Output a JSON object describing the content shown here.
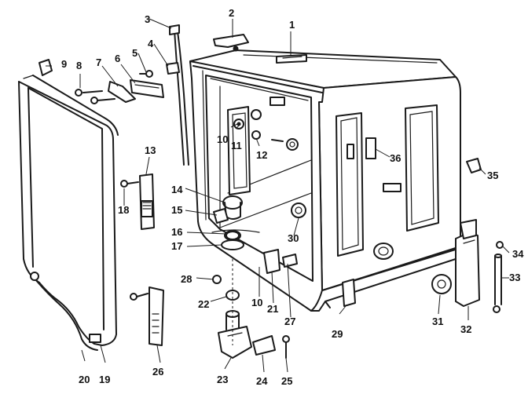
{
  "diagram": {
    "labels": {
      "p1": "1",
      "p2": "2",
      "p3": "3",
      "p4": "4",
      "p5": "5",
      "p6": "6",
      "p7": "7",
      "p8": "8",
      "p9": "9",
      "p10a": "10",
      "p10b": "10",
      "p11": "11",
      "p12": "12",
      "p13": "13",
      "p14": "14",
      "p15": "15",
      "p16": "16",
      "p17": "17",
      "p18": "18",
      "p19": "19",
      "p20": "20",
      "p21": "21",
      "p22": "22",
      "p23": "23",
      "p24": "24",
      "p25": "25",
      "p26": "26",
      "p27": "27",
      "p28": "28",
      "p29": "29",
      "p30": "30",
      "p31": "31",
      "p32": "32",
      "p33": "33",
      "p34": "34",
      "p35": "35",
      "p36": "36"
    }
  }
}
